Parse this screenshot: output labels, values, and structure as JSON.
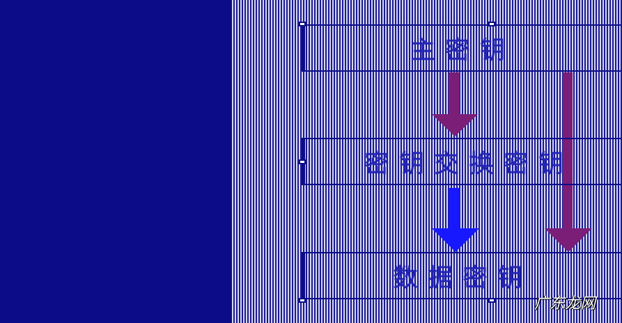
{
  "diagram": {
    "nodes": {
      "master_key": "主密钥",
      "key_exchange_key": "密钥交换密钥",
      "data_key": "数据密钥"
    },
    "colors": {
      "background_dark": "#0c0c88",
      "arrow_purple": "#7a1e78",
      "arrow_blue": "#1818ff",
      "label_color": "#2424b8"
    },
    "edges": [
      {
        "from": "master_key",
        "to": "key_exchange_key",
        "color": "purple"
      },
      {
        "from": "key_exchange_key",
        "to": "data_key",
        "color": "blue"
      },
      {
        "from": "master_key",
        "to": "data_key",
        "color": "purple"
      }
    ]
  },
  "watermark": "广东龙网"
}
